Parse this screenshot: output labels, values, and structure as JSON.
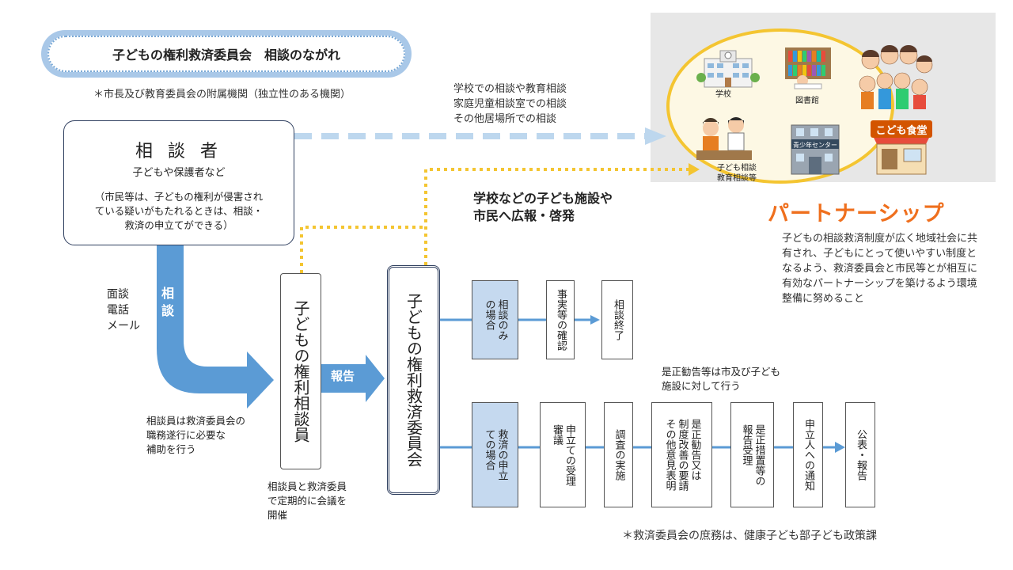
{
  "title": "子どもの権利救済委員会　相談のながれ",
  "note_attached": "＊市長及び教育委員会の附属機関（独立性のある機関）",
  "consultant": {
    "title": "相 談 者",
    "subtitle": "子どもや保護者など",
    "note": "（市民等は、子どもの権利が侵害され\nている疑いがもたれるときは、相談・\n救済の申立てができる）"
  },
  "school_consult": "学校での相談や教育相談\n家庭児童相談室での相談\nその他居場所での相談",
  "outreach": "学校などの子ども施設や\n市民へ広報・啓発",
  "partnership": {
    "title": "パートナーシップ",
    "description": "子どもの相談救済制度が広く地域社会に共有され、子どもにとって使いやすい制度となるよう、救済委員会と市民等とが相互に有効なパートナーシップを築けるよう環境整備に努めること",
    "places": [
      {
        "label": "学校",
        "icon": "school-icon"
      },
      {
        "label": "図書館",
        "icon": "library-icon"
      },
      {
        "label": "",
        "icon": "family-icon"
      },
      {
        "label": "子ども相談\n教育相談等",
        "icon": "counseling-icon"
      },
      {
        "label": "",
        "icon": "youth-center-icon",
        "sign": "青少年センター"
      },
      {
        "label": "",
        "icon": "kids-cafeteria-icon",
        "sign": "こども食堂"
      }
    ]
  },
  "methods": "面談\n電話\nメール",
  "sodan_arrow": "相\n談",
  "hojo_note": "相談員は救済委員会の\n職務遂行に必要な\n補助を行う",
  "counselor": "子どもの権利相談員",
  "report_label": "報告",
  "committee": "子どもの権利救済委員会",
  "teiki_note": "相談員と救済委員\nで定期的に会議を\n開催",
  "consult_only": {
    "case": "相談のみ\nの場合",
    "steps": [
      "事実等の確認",
      "相談終了"
    ]
  },
  "relief": {
    "case": "救済の申立\nての場合",
    "steps": [
      "申立ての受理\n審議",
      "調査の実施",
      "是正勧告又は\n制度改善の要請\nその他意見表明",
      "是正措置等の\n報告受理",
      "申立人への通知",
      "公表・報告"
    ]
  },
  "zesei_note": "是正勧告等は市及び子ども\n施設に対して行う",
  "shomu_note": "＊救済委員会の庶務は、健康子ども部子ども政策課",
  "colors": {
    "accent_blue": "#5b9bd5",
    "light_blue": "#c5d9ef",
    "dotted_yellow": "#f4c531",
    "partnership_orange": "#ef6f1d"
  }
}
